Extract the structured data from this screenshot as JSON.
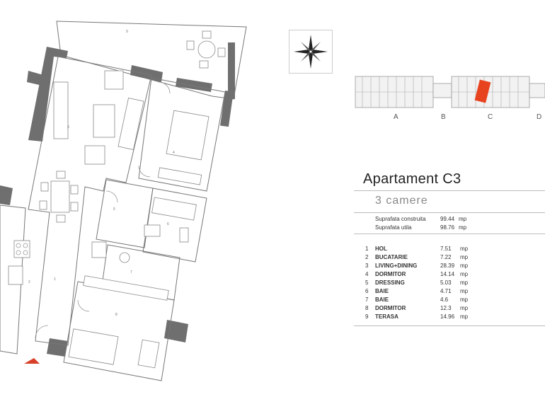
{
  "apartment": {
    "title": "Apartament C3",
    "subtitle": "3 camere",
    "areas": [
      {
        "label": "Suprafata construita",
        "value": "99.44",
        "unit": "mp"
      },
      {
        "label": "Suprafata utila",
        "value": "98.76",
        "unit": "mp"
      }
    ],
    "rooms": [
      {
        "no": "1",
        "name": "HOL",
        "value": "7.51",
        "unit": "mp"
      },
      {
        "no": "2",
        "name": "BUCATARIE",
        "value": "7.22",
        "unit": "mp"
      },
      {
        "no": "3",
        "name": "LIVING+DINING",
        "value": "28.39",
        "unit": "mp"
      },
      {
        "no": "4",
        "name": "DORMITOR",
        "value": "14.14",
        "unit": "mp"
      },
      {
        "no": "5",
        "name": "DRESSING",
        "value": "5.03",
        "unit": "mp"
      },
      {
        "no": "6",
        "name": "BAIE",
        "value": "4.71",
        "unit": "mp"
      },
      {
        "no": "7",
        "name": "BAIE",
        "value": "4.6",
        "unit": "mp"
      },
      {
        "no": "8",
        "name": "DORMITOR",
        "value": "12.3",
        "unit": "mp"
      },
      {
        "no": "9",
        "name": "TERASA",
        "value": "14.96",
        "unit": "mp"
      }
    ]
  },
  "key_plan": {
    "sections": [
      "A",
      "B",
      "C",
      "D"
    ],
    "highlight_color": "#e8431f"
  },
  "floor_plan": {
    "room_numbers": [
      "1",
      "2",
      "3",
      "4",
      "5",
      "6",
      "7",
      "8",
      "9"
    ],
    "entrance_color": "#d9402a"
  }
}
